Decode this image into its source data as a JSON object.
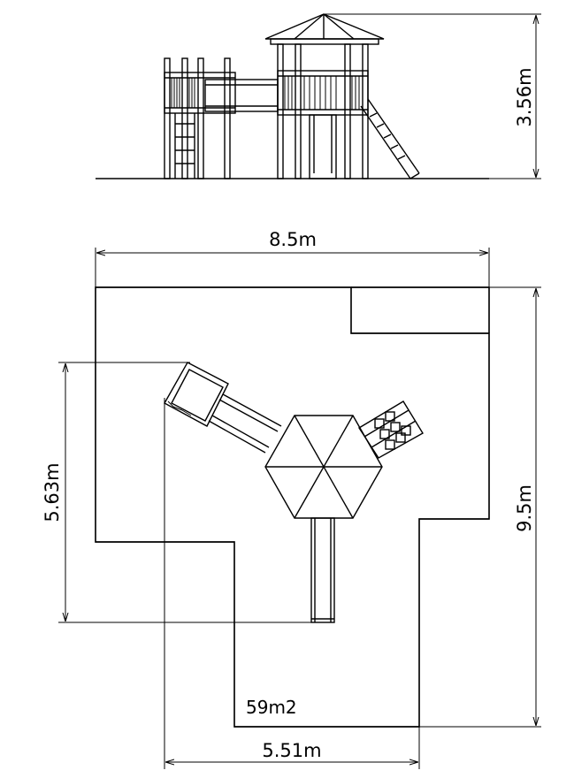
{
  "elevation": {
    "height_dimension": "3.56m"
  },
  "plan": {
    "width_dimension": "8.5m",
    "depth_dimension": "9.5m",
    "inner_depth_dimension": "5.63m",
    "inner_width_dimension": "5.51m",
    "area_label": "59m2"
  },
  "colors": {
    "line": "#000000",
    "background": "#ffffff"
  }
}
